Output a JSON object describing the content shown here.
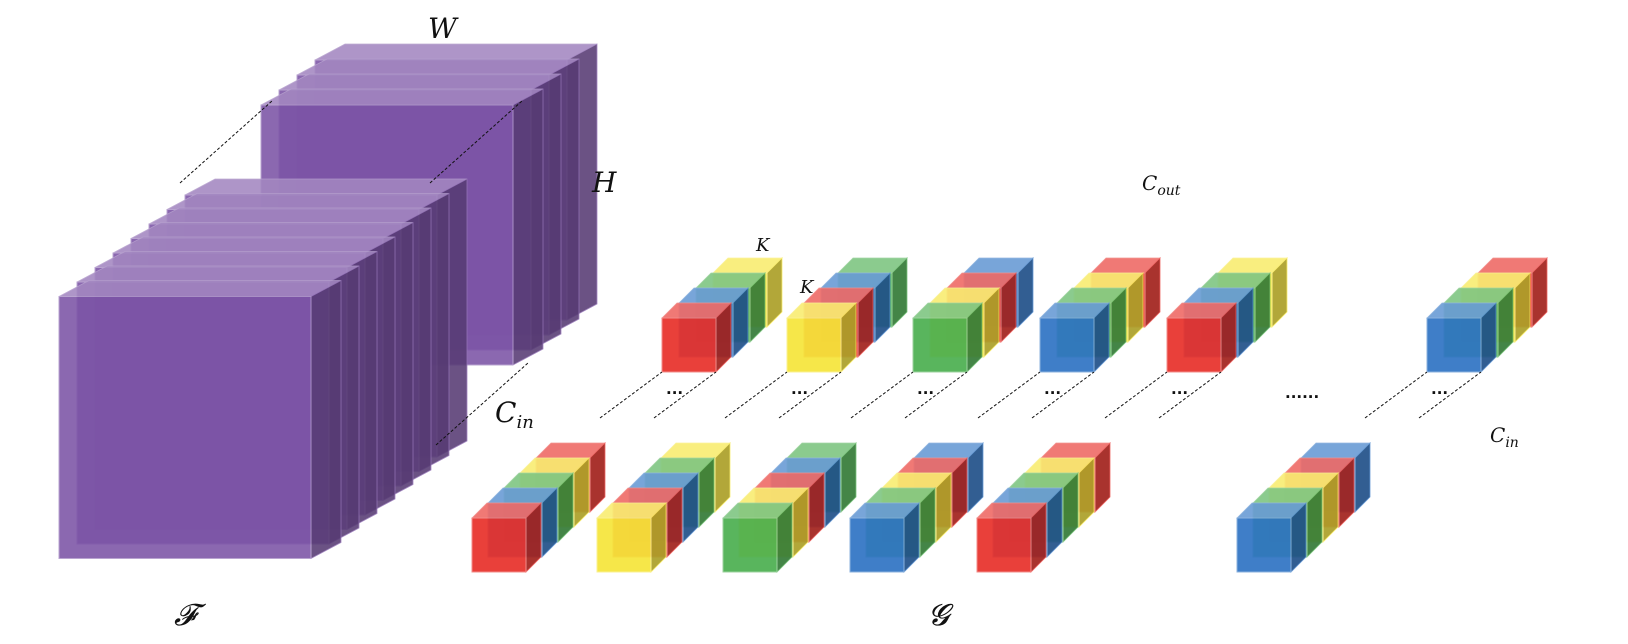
{
  "labels": {
    "W": "W",
    "H": "H",
    "C_in_main": "C",
    "C_in_main_sub": "in",
    "C_out": "C",
    "C_out_sub": "out",
    "K_top": "K",
    "K_side": "K",
    "C_in_right": "C",
    "C_in_right_sub": "in",
    "F": "𝓕",
    "G": "𝓖",
    "ellipsis_short": "...",
    "ellipsis_long": "......"
  },
  "colors": {
    "feature_map": "#6a3d9a",
    "red": "#e8302a",
    "yellow": "#f6e53a",
    "green": "#4caf50",
    "blue": "#2f74c4"
  },
  "kernels": [
    {
      "front": "red",
      "stack": [
        "red",
        "blue",
        "green",
        "yellow",
        "red",
        "blue",
        "green",
        "yellow"
      ]
    },
    {
      "front": "yellow",
      "stack": [
        "yellow",
        "red",
        "blue",
        "green",
        "yellow",
        "red",
        "blue",
        "green"
      ]
    },
    {
      "front": "green",
      "stack": [
        "green",
        "yellow",
        "red",
        "blue",
        "green",
        "yellow",
        "red",
        "blue"
      ]
    },
    {
      "front": "blue",
      "stack": [
        "blue",
        "green",
        "yellow",
        "red",
        "blue",
        "green",
        "yellow",
        "red"
      ]
    },
    {
      "front": "red",
      "stack": [
        "red",
        "blue",
        "green",
        "yellow",
        "red",
        "blue",
        "green",
        "yellow"
      ]
    },
    {
      "front": "blue",
      "stack": [
        "blue",
        "green",
        "yellow",
        "red",
        "blue",
        "green",
        "yellow",
        "red"
      ]
    }
  ]
}
